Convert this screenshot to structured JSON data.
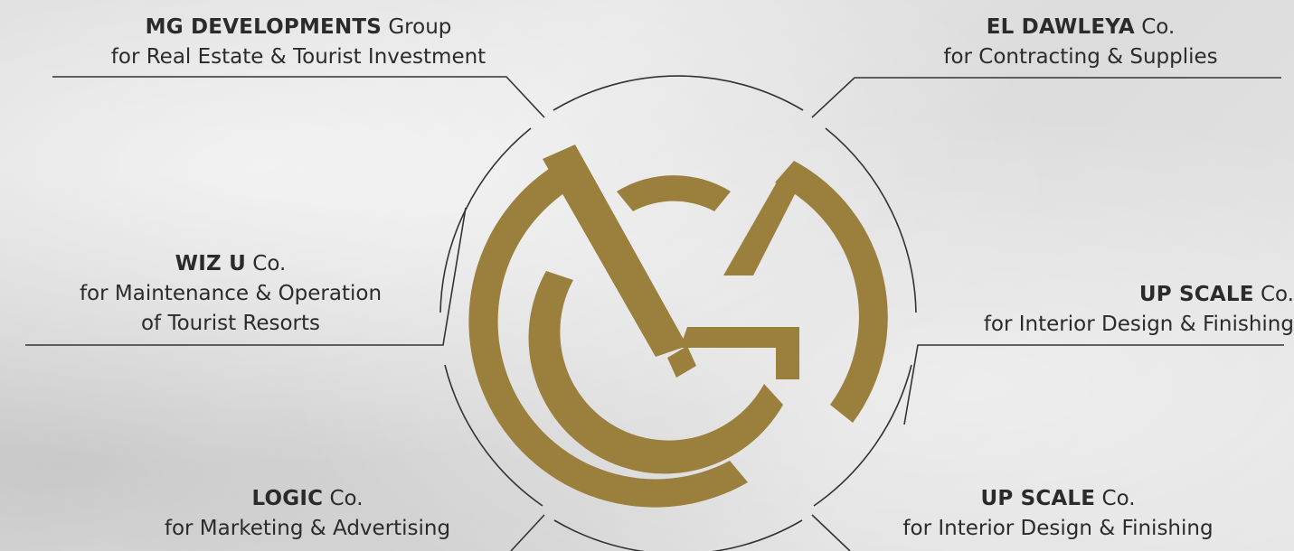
{
  "colors": {
    "logo_gold": "#9a7f3d",
    "line": "#333333",
    "text": "#2b2b2b"
  },
  "center_logo": {
    "icon": "mg-monogram-logo"
  },
  "nodes": {
    "mg_developments": {
      "name": "MG  DEVELOPMENTS",
      "suffix": " Group",
      "line2": "for Real Estate & Tourist Investment"
    },
    "el_dawleya": {
      "name": "EL DAWLEYA",
      "suffix": " Co.",
      "line2": "for Contracting & Supplies"
    },
    "wiz_u": {
      "name": "WIZ U",
      "suffix": " Co.",
      "line2": "for Maintenance & Operation",
      "line3": "of Tourist Resorts"
    },
    "up_scale_mid": {
      "name": "UP SCALE",
      "suffix": " Co.",
      "line2": "for Interior Design & Finishing"
    },
    "logic": {
      "name": "LOGIC",
      "suffix": " Co.",
      "line2": "for Marketing & Advertising"
    },
    "up_scale_bottom": {
      "name": "UP SCALE",
      "suffix": " Co.",
      "line2": "for Interior Design & Finishing"
    }
  }
}
